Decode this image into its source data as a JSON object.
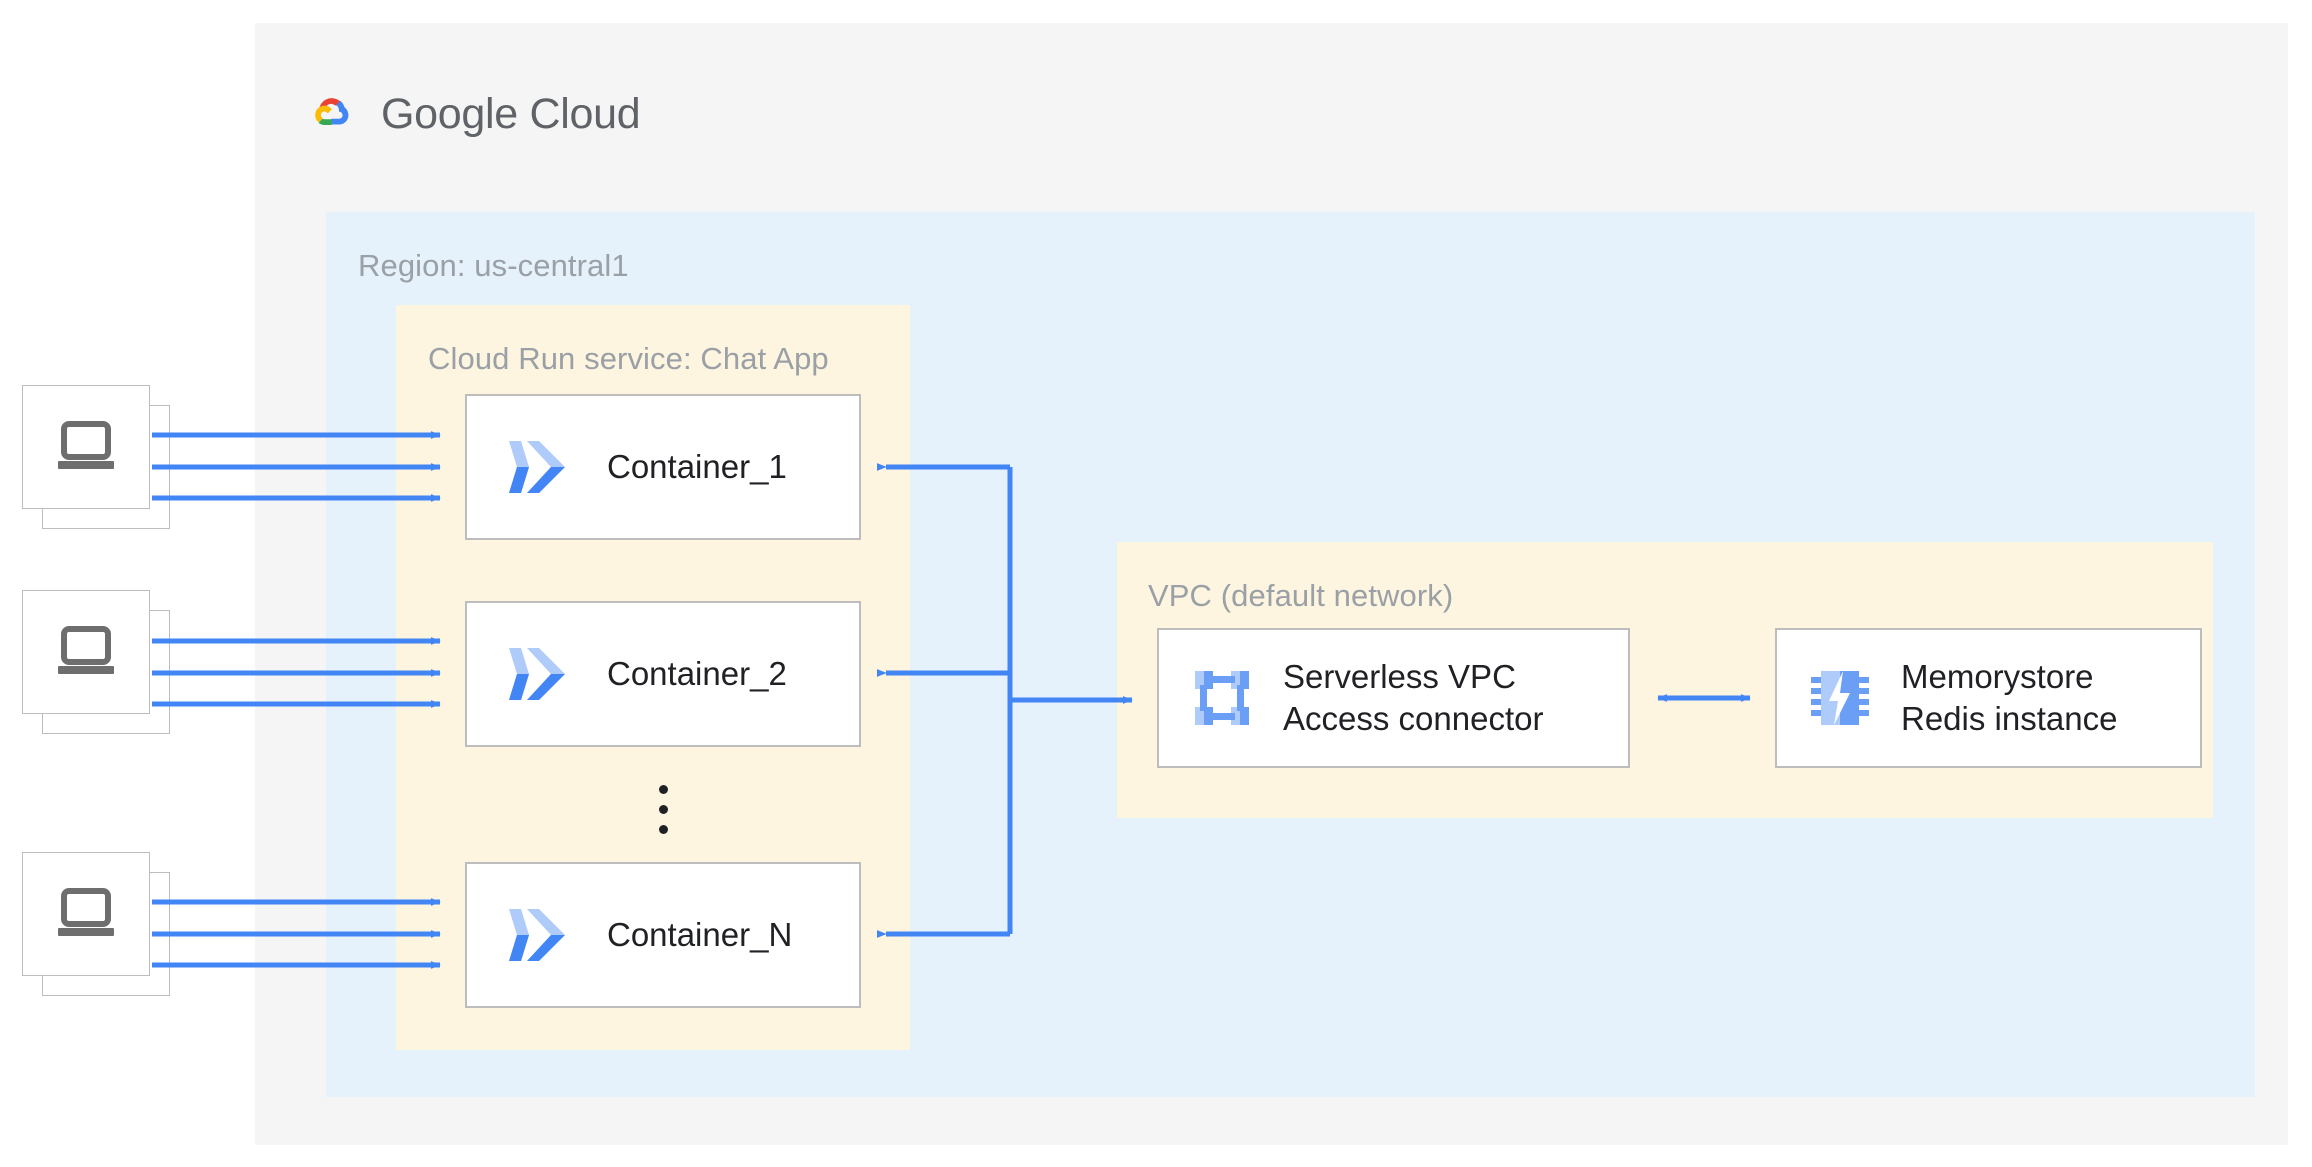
{
  "logo": {
    "name": "google-cloud-logo",
    "word_primary": "Google",
    "word_secondary": "Cloud",
    "colors": {
      "red": "#ea4335",
      "yellow": "#fbbc04",
      "green": "#34a853",
      "blue": "#4285f4",
      "wordmark": "#5f6368"
    }
  },
  "panels": {
    "cloud": {
      "label": "",
      "bg": "#f5f5f5"
    },
    "region": {
      "label": "Region: us-central1",
      "bg": "#e5f1fb"
    },
    "cloudrun": {
      "label": "Cloud Run service: Chat App",
      "bg": "#fdf5e0"
    },
    "vpc": {
      "label": "VPC (default network)",
      "bg": "#fdf5e0"
    }
  },
  "containers": [
    {
      "label": "Container_1",
      "icon": "cloud-run-icon"
    },
    {
      "label": "Container_2",
      "icon": "cloud-run-icon"
    },
    {
      "label": "Container_N",
      "icon": "cloud-run-icon"
    }
  ],
  "ellipsis": {
    "label": "more containers",
    "dots": 3
  },
  "vpc_nodes": [
    {
      "label": "Serverless VPC\nAccess connector",
      "icon": "serverless-vpc-access-connector-icon"
    },
    {
      "label": "Memorystore\nRedis instance",
      "icon": "memorystore-redis-icon"
    }
  ],
  "clients": [
    {
      "label": "client-devices",
      "icon": "laptop-icon",
      "connections": 3
    },
    {
      "label": "client-devices",
      "icon": "laptop-icon",
      "connections": 3
    },
    {
      "label": "client-devices",
      "icon": "laptop-icon",
      "connections": 3
    }
  ],
  "colors": {
    "arrow": "#4285f4",
    "icon_light": "#aecbfa",
    "icon_dark": "#4285f4",
    "node_border": "#bdbdbd",
    "label_text": "#9aa0a6",
    "node_text": "#202124",
    "laptop_glyph": "#6e6e6e"
  }
}
